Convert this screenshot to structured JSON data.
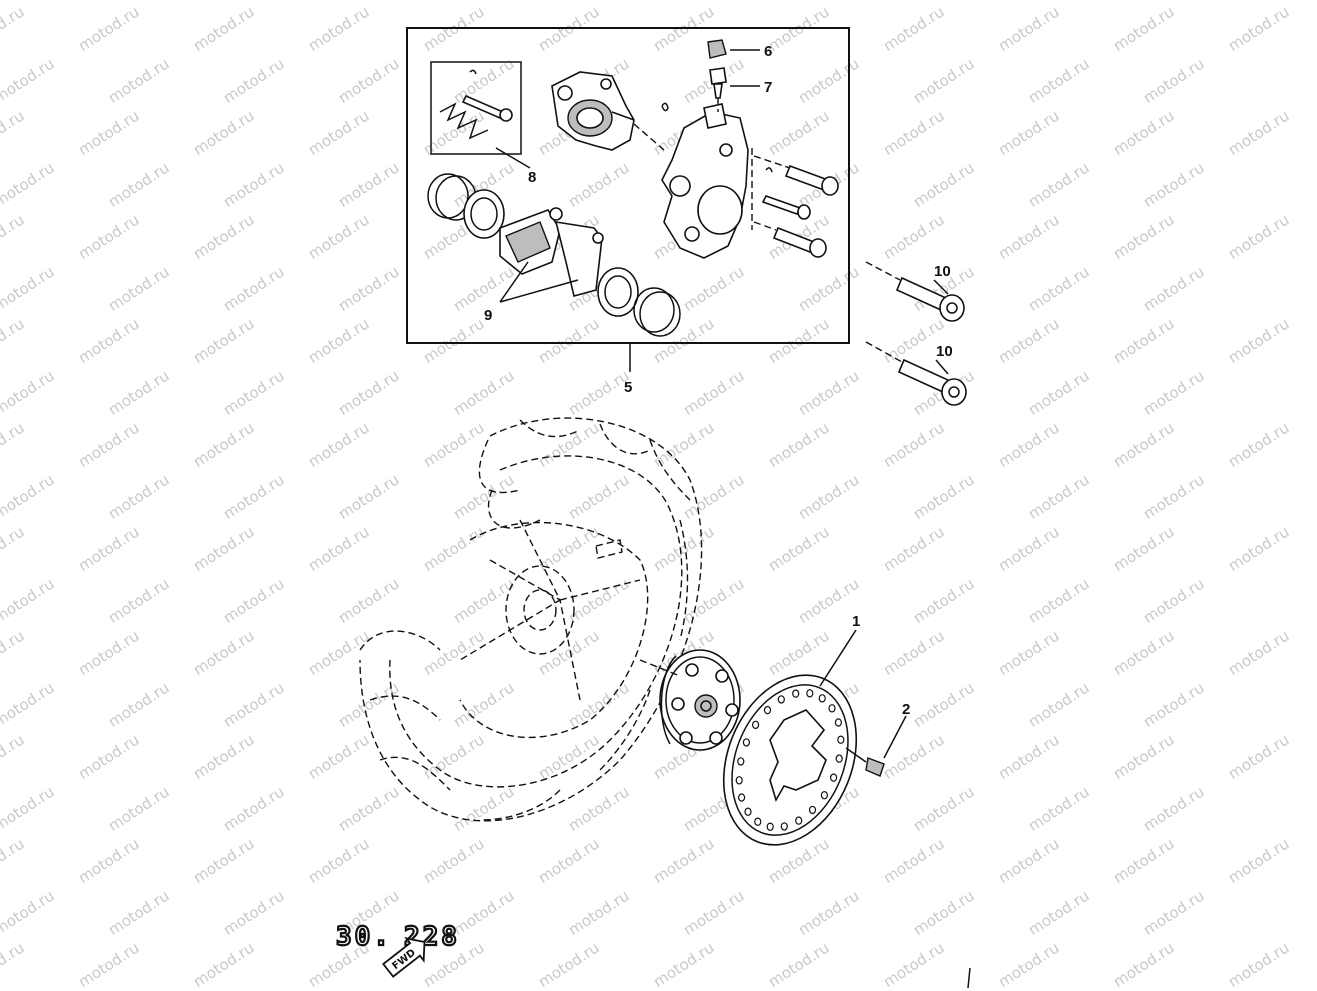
{
  "watermark": {
    "text": "motod.ru"
  },
  "callouts": {
    "c1": "1",
    "c2": "2",
    "c5": "5",
    "c6": "6",
    "c7": "7",
    "c8": "8",
    "c9": "9",
    "c10a": "10",
    "c10b": "10"
  },
  "diagram_code": "30.",
  "diagram_code_suffix": "228",
  "direction_badge": "FWD"
}
